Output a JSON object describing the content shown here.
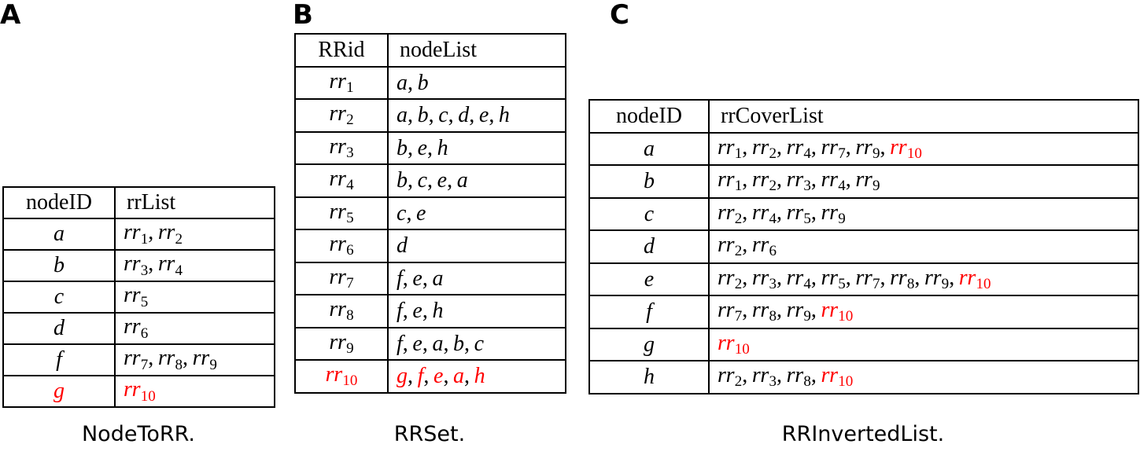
{
  "figure": {
    "panels": [
      {
        "letter": "A",
        "caption": "NodeToRR.",
        "headers": [
          "nodeID",
          "rrList"
        ],
        "rows": [
          {
            "key": "a",
            "key_color": "#000000",
            "items": [
              {
                "text": "rr",
                "sub": "1",
                "color": "#000000"
              },
              {
                "text": "rr",
                "sub": "2",
                "color": "#000000"
              }
            ]
          },
          {
            "key": "b",
            "key_color": "#000000",
            "items": [
              {
                "text": "rr",
                "sub": "3",
                "color": "#000000"
              },
              {
                "text": "rr",
                "sub": "4",
                "color": "#000000"
              }
            ]
          },
          {
            "key": "c",
            "key_color": "#000000",
            "items": [
              {
                "text": "rr",
                "sub": "5",
                "color": "#000000"
              }
            ]
          },
          {
            "key": "d",
            "key_color": "#000000",
            "items": [
              {
                "text": "rr",
                "sub": "6",
                "color": "#000000"
              }
            ]
          },
          {
            "key": "f",
            "key_color": "#000000",
            "items": [
              {
                "text": "rr",
                "sub": "7",
                "color": "#000000"
              },
              {
                "text": "rr",
                "sub": "8",
                "color": "#000000"
              },
              {
                "text": "rr",
                "sub": "9",
                "color": "#000000"
              }
            ]
          },
          {
            "key": "g",
            "key_color": "#ff0000",
            "items": [
              {
                "text": "rr",
                "sub": "10",
                "color": "#ff0000"
              }
            ]
          }
        ]
      },
      {
        "letter": "B",
        "caption": "RRSet.",
        "headers": [
          "RRid",
          "nodeList"
        ],
        "rows": [
          {
            "key": "rr",
            "key_sub": "1",
            "key_color": "#000000",
            "items": [
              {
                "text": "a",
                "color": "#000000"
              },
              {
                "text": "b",
                "color": "#000000"
              }
            ]
          },
          {
            "key": "rr",
            "key_sub": "2",
            "key_color": "#000000",
            "items": [
              {
                "text": "a",
                "color": "#000000"
              },
              {
                "text": "b",
                "color": "#000000"
              },
              {
                "text": "c",
                "color": "#000000"
              },
              {
                "text": "d",
                "color": "#000000"
              },
              {
                "text": "e",
                "color": "#000000"
              },
              {
                "text": "h",
                "color": "#000000"
              }
            ]
          },
          {
            "key": "rr",
            "key_sub": "3",
            "key_color": "#000000",
            "items": [
              {
                "text": "b",
                "color": "#000000"
              },
              {
                "text": "e",
                "color": "#000000"
              },
              {
                "text": "h",
                "color": "#000000"
              }
            ]
          },
          {
            "key": "rr",
            "key_sub": "4",
            "key_color": "#000000",
            "items": [
              {
                "text": "b",
                "color": "#000000"
              },
              {
                "text": "c",
                "color": "#000000"
              },
              {
                "text": "e",
                "color": "#000000"
              },
              {
                "text": "a",
                "color": "#000000"
              }
            ]
          },
          {
            "key": "rr",
            "key_sub": "5",
            "key_color": "#000000",
            "items": [
              {
                "text": "c",
                "color": "#000000"
              },
              {
                "text": "e",
                "color": "#000000"
              }
            ]
          },
          {
            "key": "rr",
            "key_sub": "6",
            "key_color": "#000000",
            "items": [
              {
                "text": "d",
                "color": "#000000"
              }
            ]
          },
          {
            "key": "rr",
            "key_sub": "7",
            "key_color": "#000000",
            "items": [
              {
                "text": "f",
                "color": "#000000"
              },
              {
                "text": "e",
                "color": "#000000"
              },
              {
                "text": "a",
                "color": "#000000"
              }
            ]
          },
          {
            "key": "rr",
            "key_sub": "8",
            "key_color": "#000000",
            "items": [
              {
                "text": "f",
                "color": "#000000"
              },
              {
                "text": "e",
                "color": "#000000"
              },
              {
                "text": "h",
                "color": "#000000"
              }
            ]
          },
          {
            "key": "rr",
            "key_sub": "9",
            "key_color": "#000000",
            "items": [
              {
                "text": "f",
                "color": "#000000"
              },
              {
                "text": "e",
                "color": "#000000"
              },
              {
                "text": "a",
                "color": "#000000"
              },
              {
                "text": "b",
                "color": "#000000"
              },
              {
                "text": "c",
                "color": "#000000"
              }
            ]
          },
          {
            "key": "rr",
            "key_sub": "10",
            "key_color": "#ff0000",
            "items": [
              {
                "text": "g",
                "color": "#ff0000"
              },
              {
                "text": "f",
                "color": "#ff0000"
              },
              {
                "text": "e",
                "color": "#ff0000"
              },
              {
                "text": "a",
                "color": "#ff0000"
              },
              {
                "text": "h",
                "color": "#ff0000"
              }
            ]
          }
        ]
      },
      {
        "letter": "C",
        "caption": "RRInvertedList.",
        "headers": [
          "nodeID",
          "rrCoverList"
        ],
        "rows": [
          {
            "key": "a",
            "key_color": "#000000",
            "items": [
              {
                "text": "rr",
                "sub": "1",
                "color": "#000000"
              },
              {
                "text": "rr",
                "sub": "2",
                "color": "#000000"
              },
              {
                "text": "rr",
                "sub": "4",
                "color": "#000000"
              },
              {
                "text": "rr",
                "sub": "7",
                "color": "#000000"
              },
              {
                "text": "rr",
                "sub": "9",
                "color": "#000000"
              },
              {
                "text": "rr",
                "sub": "10",
                "color": "#ff0000"
              }
            ]
          },
          {
            "key": "b",
            "key_color": "#000000",
            "items": [
              {
                "text": "rr",
                "sub": "1",
                "color": "#000000"
              },
              {
                "text": "rr",
                "sub": "2",
                "color": "#000000"
              },
              {
                "text": "rr",
                "sub": "3",
                "color": "#000000"
              },
              {
                "text": "rr",
                "sub": "4",
                "color": "#000000"
              },
              {
                "text": "rr",
                "sub": "9",
                "color": "#000000"
              }
            ]
          },
          {
            "key": "c",
            "key_color": "#000000",
            "items": [
              {
                "text": "rr",
                "sub": "2",
                "color": "#000000"
              },
              {
                "text": "rr",
                "sub": "4",
                "color": "#000000"
              },
              {
                "text": "rr",
                "sub": "5",
                "color": "#000000"
              },
              {
                "text": "rr",
                "sub": "9",
                "color": "#000000"
              }
            ]
          },
          {
            "key": "d",
            "key_color": "#000000",
            "items": [
              {
                "text": "rr",
                "sub": "2",
                "color": "#000000"
              },
              {
                "text": "rr",
                "sub": "6",
                "color": "#000000"
              }
            ]
          },
          {
            "key": "e",
            "key_color": "#000000",
            "items": [
              {
                "text": "rr",
                "sub": "2",
                "color": "#000000"
              },
              {
                "text": "rr",
                "sub": "3",
                "color": "#000000"
              },
              {
                "text": "rr",
                "sub": "4",
                "color": "#000000"
              },
              {
                "text": "rr",
                "sub": "5",
                "color": "#000000"
              },
              {
                "text": "rr",
                "sub": "7",
                "color": "#000000"
              },
              {
                "text": "rr",
                "sub": "8",
                "color": "#000000"
              },
              {
                "text": "rr",
                "sub": "9",
                "color": "#000000"
              },
              {
                "text": "rr",
                "sub": "10",
                "color": "#ff0000"
              }
            ]
          },
          {
            "key": "f",
            "key_color": "#000000",
            "items": [
              {
                "text": "rr",
                "sub": "7",
                "color": "#000000"
              },
              {
                "text": "rr",
                "sub": "8",
                "color": "#000000"
              },
              {
                "text": "rr",
                "sub": "9",
                "color": "#000000"
              },
              {
                "text": "rr",
                "sub": "10",
                "color": "#ff0000"
              }
            ]
          },
          {
            "key": "g",
            "key_color": "#000000",
            "items": [
              {
                "text": "rr",
                "sub": "10",
                "color": "#ff0000"
              }
            ]
          },
          {
            "key": "h",
            "key_color": "#000000",
            "items": [
              {
                "text": "rr",
                "sub": "2",
                "color": "#000000"
              },
              {
                "text": "rr",
                "sub": "3",
                "color": "#000000"
              },
              {
                "text": "rr",
                "sub": "8",
                "color": "#000000"
              },
              {
                "text": "rr",
                "sub": "10",
                "color": "#ff0000"
              }
            ]
          }
        ]
      }
    ],
    "colors": {
      "text": "#000000",
      "highlight": "#ff0000",
      "border": "#000000",
      "background": "#ffffff"
    }
  }
}
